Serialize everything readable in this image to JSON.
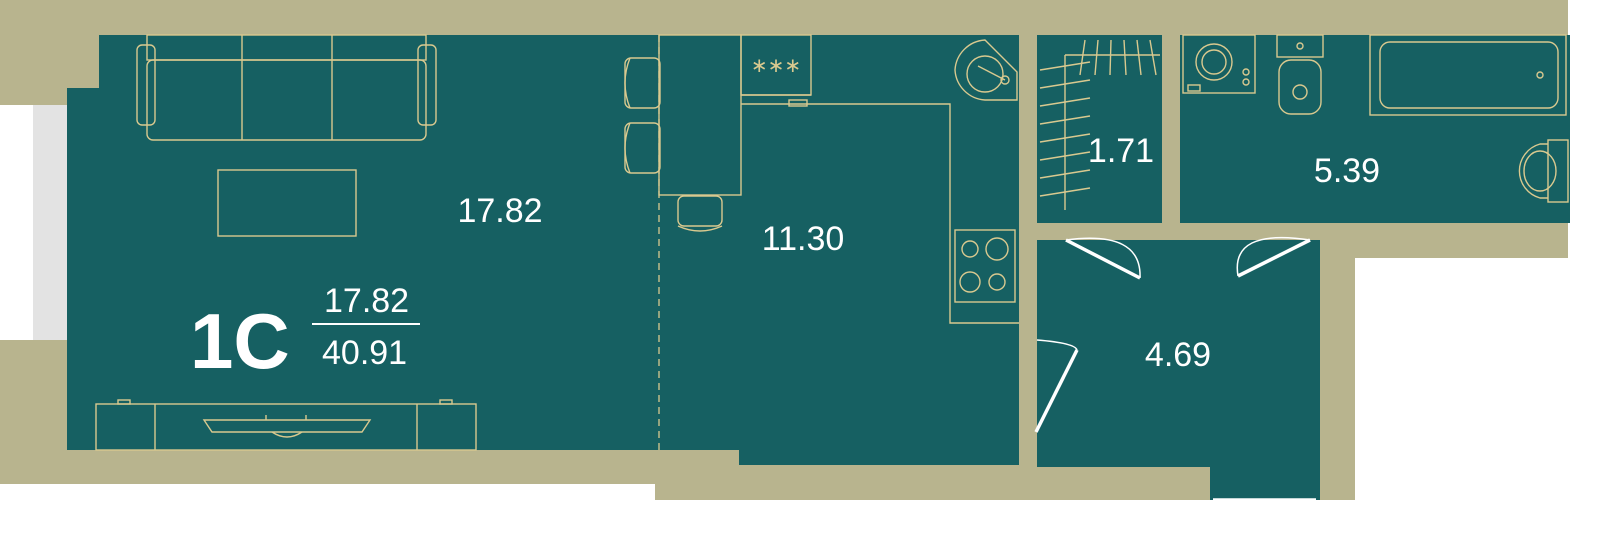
{
  "plan": {
    "unit_type": "1С",
    "living_area": "17.82",
    "total_area": "40.91",
    "colors": {
      "wall": "#b8b48e",
      "floor": "#166062",
      "window": "#e3e3e3",
      "furniture_line": "#d9c98f",
      "text": "#ffffff"
    },
    "rooms": [
      {
        "id": "living-room",
        "area": "17.82"
      },
      {
        "id": "kitchen",
        "area": "11.30"
      },
      {
        "id": "wardrobe",
        "area": "1.71"
      },
      {
        "id": "bathroom",
        "area": "5.39"
      },
      {
        "id": "hallway",
        "area": "4.69"
      }
    ],
    "icons": [
      "sofa-icon",
      "coffee-table-icon",
      "tv-stand-icon",
      "bar-stool-icon",
      "stove-icon",
      "oven-icon",
      "sink-icon",
      "washing-machine-icon",
      "toilet-icon",
      "bathtub-icon",
      "washbasin-icon"
    ]
  }
}
